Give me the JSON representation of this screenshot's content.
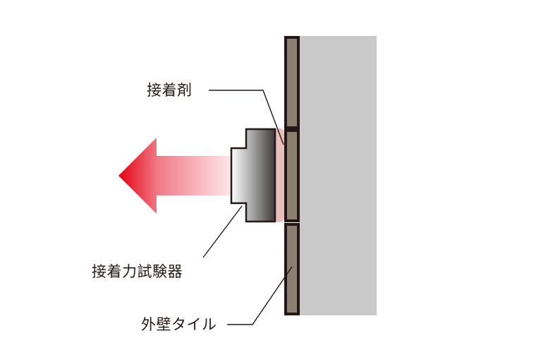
{
  "labels": {
    "adhesive": "接着剤",
    "tester": "接着力試験器",
    "tile": "外壁タイル"
  },
  "colors": {
    "wall": "#c9c9ca",
    "tile_border": "#231815",
    "tile_fill": "#8b7f72",
    "adhesive": "#e7b8b5",
    "arrow_start": "#e60012",
    "arrow_end": "#fbe3e5",
    "tester_light": "#ffffff",
    "tester_dark": "#3e3a39",
    "line": "#231815"
  }
}
